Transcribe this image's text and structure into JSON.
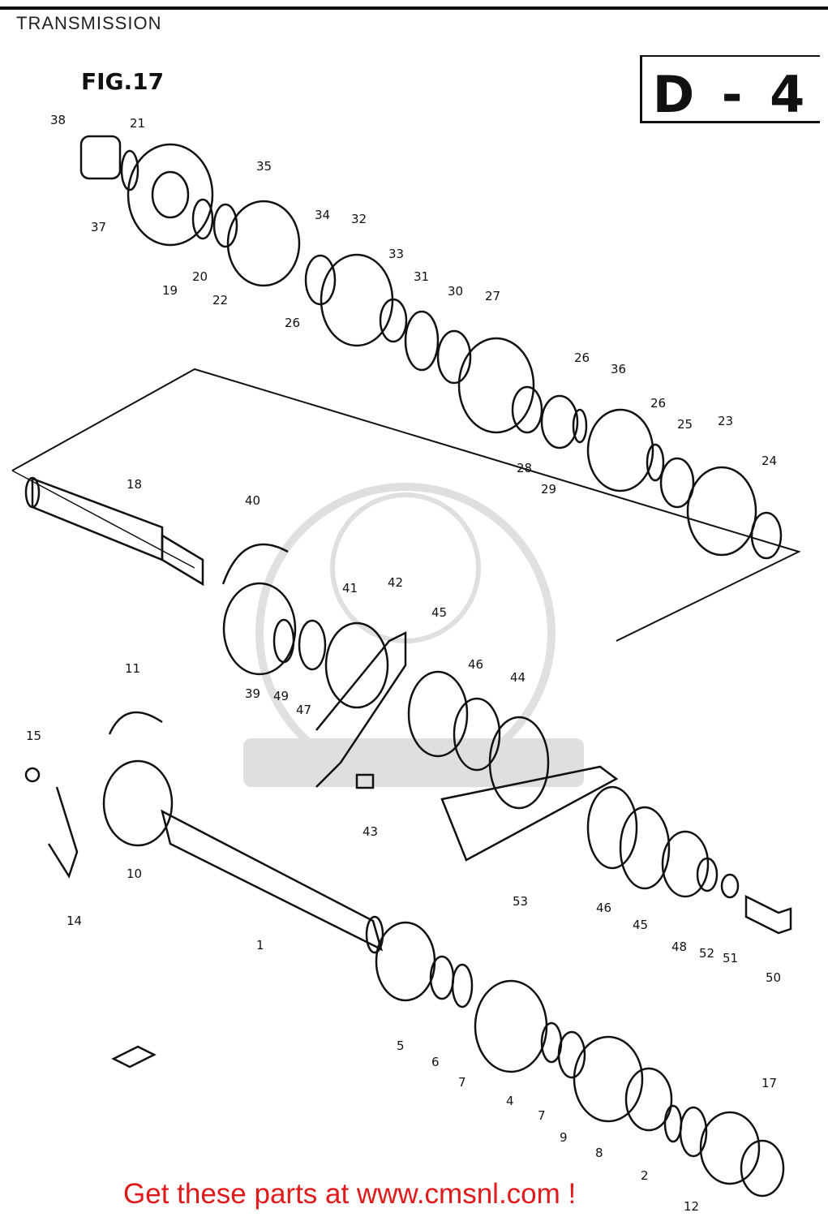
{
  "header": {
    "title": "TRANSMISSION"
  },
  "figure": {
    "label": "FIG.17",
    "section_code": "D - 4"
  },
  "footer": {
    "link_text": "Get these parts at www.cmsnl.com !"
  },
  "callouts": [
    {
      "label": "38"
    },
    {
      "label": "21"
    },
    {
      "label": "37"
    },
    {
      "label": "35"
    },
    {
      "label": "19"
    },
    {
      "label": "20"
    },
    {
      "label": "22"
    },
    {
      "label": "34"
    },
    {
      "label": "32"
    },
    {
      "label": "26"
    },
    {
      "label": "33"
    },
    {
      "label": "31"
    },
    {
      "label": "30"
    },
    {
      "label": "27"
    },
    {
      "label": "26"
    },
    {
      "label": "36"
    },
    {
      "label": "26"
    },
    {
      "label": "25"
    },
    {
      "label": "23"
    },
    {
      "label": "24"
    },
    {
      "label": "28"
    },
    {
      "label": "29"
    },
    {
      "label": "18"
    },
    {
      "label": "40"
    },
    {
      "label": "41"
    },
    {
      "label": "42"
    },
    {
      "label": "45"
    },
    {
      "label": "46"
    },
    {
      "label": "44"
    },
    {
      "label": "39"
    },
    {
      "label": "49"
    },
    {
      "label": "47"
    },
    {
      "label": "11"
    },
    {
      "label": "15"
    },
    {
      "label": "43"
    },
    {
      "label": "10"
    },
    {
      "label": "14"
    },
    {
      "label": "1"
    },
    {
      "label": "53"
    },
    {
      "label": "46"
    },
    {
      "label": "45"
    },
    {
      "label": "48"
    },
    {
      "label": "52"
    },
    {
      "label": "51"
    },
    {
      "label": "50"
    },
    {
      "label": "5"
    },
    {
      "label": "6"
    },
    {
      "label": "7"
    },
    {
      "label": "4"
    },
    {
      "label": "7"
    },
    {
      "label": "9"
    },
    {
      "label": "8"
    },
    {
      "label": "17"
    },
    {
      "label": "2"
    },
    {
      "label": "12"
    }
  ],
  "colors": {
    "ink": "#111111",
    "footer": "#e0191b"
  }
}
